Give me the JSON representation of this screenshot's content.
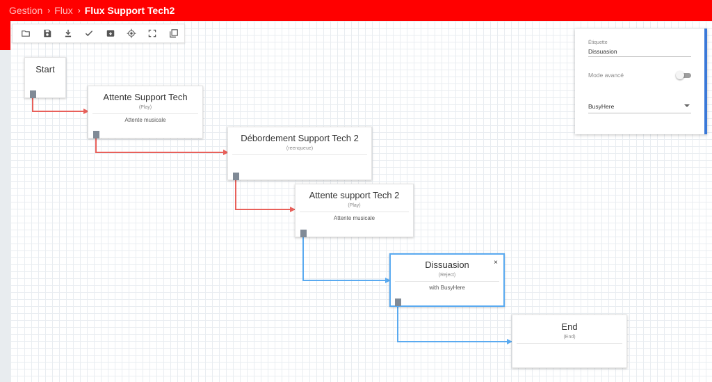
{
  "breadcrumb": {
    "items": [
      "Gestion",
      "Flux",
      "Flux Support Tech2"
    ],
    "separator": "›"
  },
  "toolbar": {
    "buttons": [
      "folder-icon",
      "save-icon",
      "download-icon",
      "check-icon",
      "archive-icon",
      "target-icon",
      "fullscreen-icon",
      "copy-icon"
    ]
  },
  "nodes": {
    "start": {
      "title": "Start"
    },
    "attente1": {
      "title": "Attente Support Tech",
      "type": "(Play)",
      "desc": "Attente musicale"
    },
    "debordement": {
      "title": "Débordement Support Tech 2",
      "type": "(reenqueue)",
      "desc": ""
    },
    "attente2": {
      "title": "Attente support Tech 2",
      "type": "(Play)",
      "desc": "Attente musicale"
    },
    "dissuasion": {
      "title": "Dissuasion",
      "type": "(Reject)",
      "desc": "with BusyHere",
      "close": "×"
    },
    "end": {
      "title": "End",
      "type": "(End)"
    }
  },
  "panel": {
    "label_etiquette": "Étiquette",
    "etiquette_value": "Dissuasion",
    "mode_avance_label": "Mode avancé",
    "mode_avance_on": false,
    "select_value": "BusyHere"
  },
  "colors": {
    "header": "#ff0000",
    "link_red": "#e8605a",
    "link_blue": "#5aaaf0",
    "panel_accent": "#3a78d8"
  }
}
